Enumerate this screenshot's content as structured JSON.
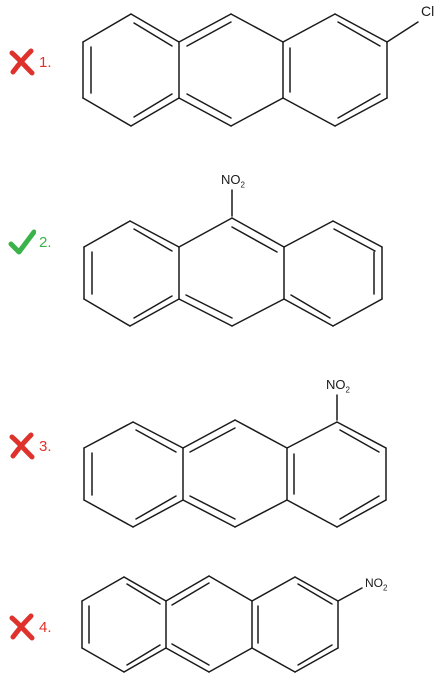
{
  "options": [
    {
      "number": "1.",
      "status": "incorrect",
      "mark_icon": "cross-icon",
      "substituent": "Cl",
      "position": "2"
    },
    {
      "number": "2.",
      "status": "correct",
      "mark_icon": "check-icon",
      "substituent": "NO",
      "subscript": "2",
      "position": "9"
    },
    {
      "number": "3.",
      "status": "incorrect",
      "mark_icon": "cross-icon",
      "substituent": "NO",
      "subscript": "2",
      "position": "1"
    },
    {
      "number": "4.",
      "status": "incorrect",
      "mark_icon": "cross-icon",
      "substituent": "NO",
      "subscript": "2",
      "position": "2"
    }
  ],
  "colors": {
    "incorrect": "#e0322c",
    "correct": "#3bb34a",
    "bond": "#1a1a1a"
  }
}
